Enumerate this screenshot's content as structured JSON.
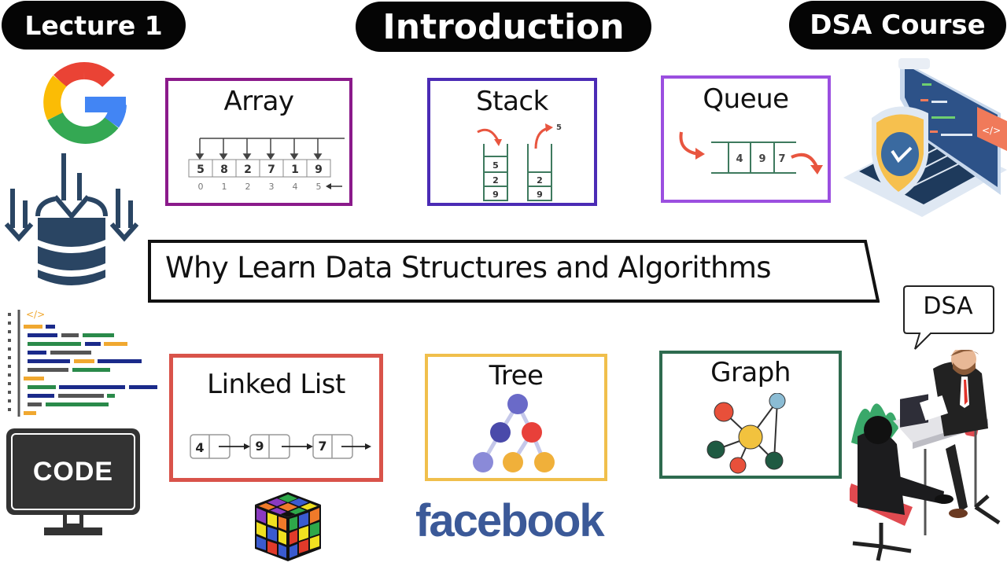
{
  "header": {
    "lecture_badge": "Lecture 1",
    "title_badge": "Introduction",
    "course_badge": "DSA Course"
  },
  "headline": "Why Learn Data Structures and Algorithms",
  "cards": {
    "array": {
      "title": "Array",
      "border_color": "#8b1a8b",
      "values": [
        "5",
        "8",
        "2",
        "7",
        "1",
        "9"
      ],
      "indices": [
        "0",
        "1",
        "2",
        "3",
        "4",
        "5"
      ]
    },
    "stack": {
      "title": "Stack",
      "border_color": "#4b2bb5",
      "push_stack": [
        "5",
        "2",
        "9"
      ],
      "pop_stack": [
        "2",
        "9"
      ],
      "popped_value": "5"
    },
    "queue": {
      "title": "Queue",
      "border_color": "#9b4fe0",
      "values": [
        "4",
        "9",
        "7"
      ]
    },
    "linked_list": {
      "title": "Linked List",
      "border_color": "#d9534a",
      "nodes": [
        "4",
        "9",
        "7"
      ]
    },
    "tree": {
      "title": "Tree",
      "border_color": "#f0bf4c"
    },
    "graph": {
      "title": "Graph",
      "border_color": "#2e6b4f"
    }
  },
  "speech_bubble": "DSA",
  "monitor_label": "CODE",
  "brand_logo": "facebook",
  "icons": {
    "google": "google-logo-icon",
    "database": "database-download-icon",
    "code_editor": "code-editor-icon",
    "monitor": "code-monitor-icon",
    "laptop": "secure-laptop-icon",
    "rubiks": "rubiks-cube-icon",
    "interview": "interview-scene-icon"
  },
  "colors": {
    "badge_bg": "#050505",
    "google_red": "#ea4335",
    "google_yellow": "#fbbc05",
    "google_green": "#34a853",
    "google_blue": "#4285f4",
    "db_navy": "#2a4563",
    "facebook_blue": "#3b5998",
    "structure_green": "#3e7a5e",
    "arrow_red": "#e8553f"
  }
}
